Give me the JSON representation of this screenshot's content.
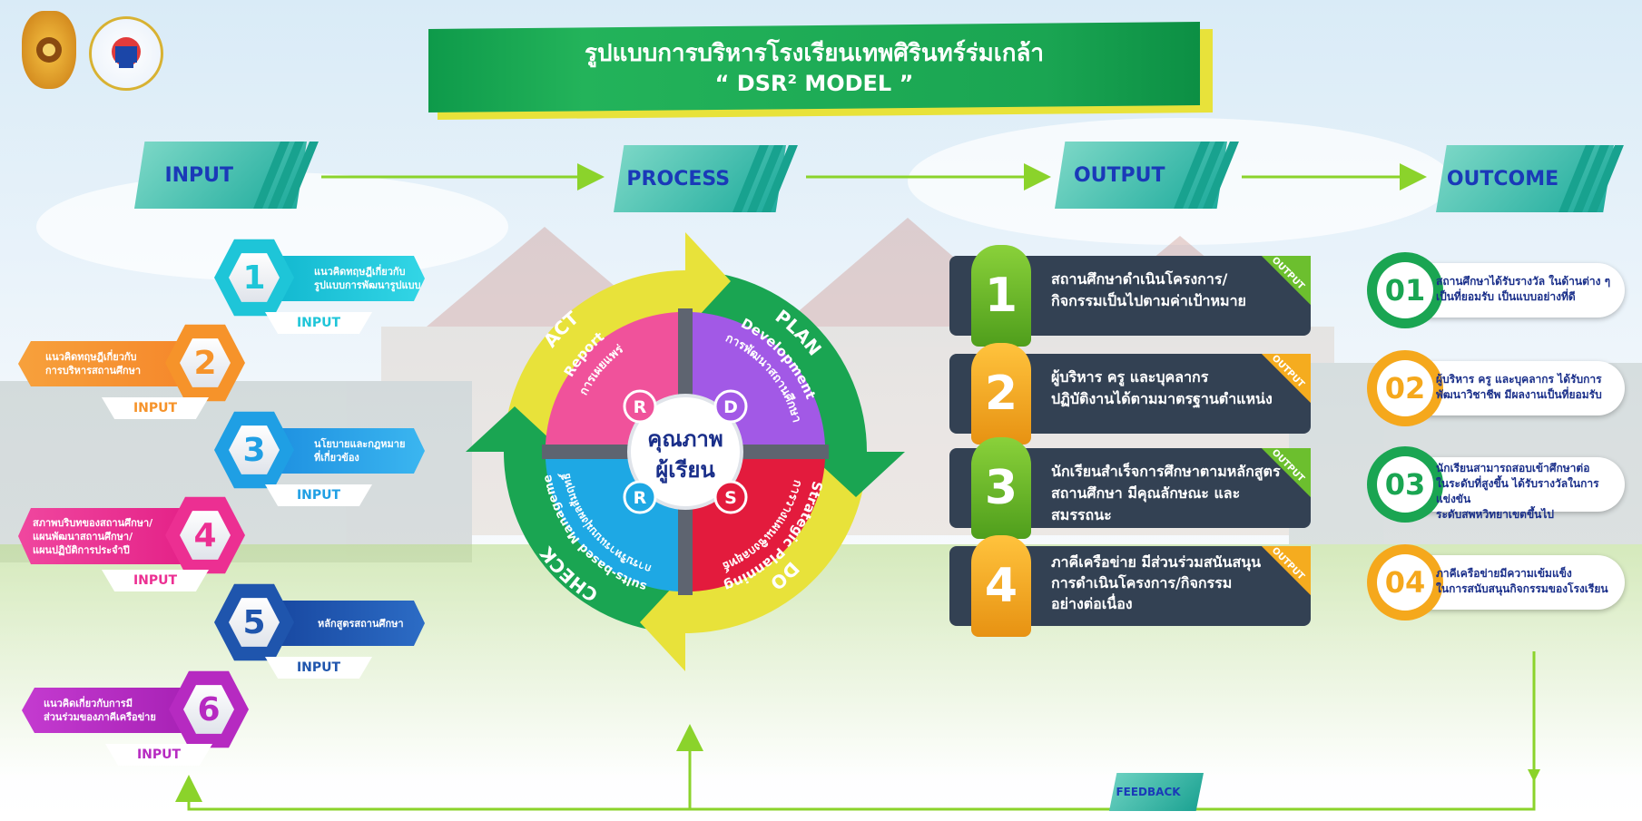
{
  "title": {
    "line1": "รูปแบบการบริหารโรงเรียนเทพศิรินทร์ร่มเกล้า",
    "line2": "“ DSR² MODEL ”"
  },
  "stages": {
    "input": "INPUT",
    "process": "PROCESS",
    "output": "OUTPUT",
    "outcome": "OUTCOME"
  },
  "inputs": [
    {
      "num": "1",
      "text": "แนวคิดทฤษฎีเกี่ยวกับ\nรูปแบบการพัฒนารูปแบบ",
      "tag": "INPUT",
      "color": "#1ec5d8"
    },
    {
      "num": "2",
      "text": "แนวคิดทฤษฎีเกี่ยวกับ\nการบริหารสถานศึกษา",
      "tag": "INPUT",
      "color": "#f6932a"
    },
    {
      "num": "3",
      "text": "นโยบายและกฎหมาย\nที่เกี่ยวข้อง",
      "tag": "INPUT",
      "color": "#1f9fe4"
    },
    {
      "num": "4",
      "text": "สภาพบริบทของสถานศึกษา/\nแผนพัฒนาสถานศึกษา/\nแผนปฏิบัติการประจำปี",
      "tag": "INPUT",
      "color": "#ec2f92"
    },
    {
      "num": "5",
      "text": "หลักสูตรสถานศึกษา",
      "tag": "INPUT",
      "color": "#1f55ad"
    },
    {
      "num": "6",
      "text": "แนวคิดเกี่ยวกับการมี\nส่วนร่วมของภาคีเครือข่าย",
      "tag": "INPUT",
      "color": "#b62ac1"
    }
  ],
  "process": {
    "center_line1": "คุณภาพ",
    "center_line2": "ผู้เรียน",
    "letters": [
      "R",
      "D",
      "R",
      "S"
    ],
    "plan_label": "PLAN",
    "do_label": "DO",
    "check_label": "CHECK",
    "act_label": "ACT",
    "plan_en": "Development",
    "plan_th": "การพัฒนาสถานศึกษา",
    "do_en": "Strategic Planning",
    "do_th": "การวางแผนเชิงกลยุทธ์",
    "check_en": "Results-based Management",
    "check_th": "การบริหารแบบมุ่งผลสัมฤทธิ์",
    "act_en": "Report",
    "act_th": "การเผยแพร่"
  },
  "outputs": [
    {
      "num": "1",
      "text": "สถานศึกษาดำเนินโครงการ/\nกิจกรรมเป็นไปตามค่าเป้าหมาย",
      "badge": "OUTPUT",
      "color": "#6cbf2e"
    },
    {
      "num": "2",
      "text": "ผู้บริหาร ครู และบุคลากร\nปฏิบัติงานได้ตามมาตรฐานตำแหน่ง",
      "badge": "OUTPUT",
      "color": "#f5ac1f"
    },
    {
      "num": "3",
      "text": "นักเรียนสำเร็จการศึกษาตามหลักสูตร\nสถานศึกษา มีคุณลักษณะ และ สมรรถนะ",
      "badge": "OUTPUT",
      "color": "#6cbf2e"
    },
    {
      "num": "4",
      "text": "ภาคีเครือข่าย มีส่วนร่วมสนันสนุน\nการดำเนินโครงการ/กิจกรรม\nอย่างต่อเนื่อง",
      "badge": "OUTPUT",
      "color": "#f5ac1f"
    }
  ],
  "outcomes": [
    {
      "num": "01",
      "text": "สถานศึกษาได้รับรางวัล ในด้านต่าง ๆ\nเป็นที่ยอมรับ เป็นแบบอย่างที่ดี",
      "color": "#1aa552"
    },
    {
      "num": "02",
      "text": "ผู้บริหาร ครู และบุคลากร ได้รับการ\nพัฒนาวิชาชีพ มีผลงานเป็นที่ยอมรับ",
      "color": "#f5a81c"
    },
    {
      "num": "03",
      "text": "นักเรียนสามารถสอบเข้าศึกษาต่อ\nในระดับที่สูงขึ้น ได้รับรางวัลในการแข่งขัน\nระดับสพหวิทยาเขตขึ้นไป",
      "color": "#1aa552"
    },
    {
      "num": "04",
      "text": "ภาคีเครือข่ายมีความเข้มแข็ง\nในการสนับสนุนกิจกรรมของโรงเรียน",
      "color": "#f5a81c"
    }
  ],
  "feedback": "FEEDBACK",
  "colors": {
    "ring_green": "#1aa552",
    "ring_yellow": "#e8e23a",
    "plan": "#a259e6",
    "do": "#e31b3d",
    "check": "#1ea8e4",
    "act": "#f0529b",
    "stage_text": "#1a39b8",
    "output_card": "#334153"
  }
}
